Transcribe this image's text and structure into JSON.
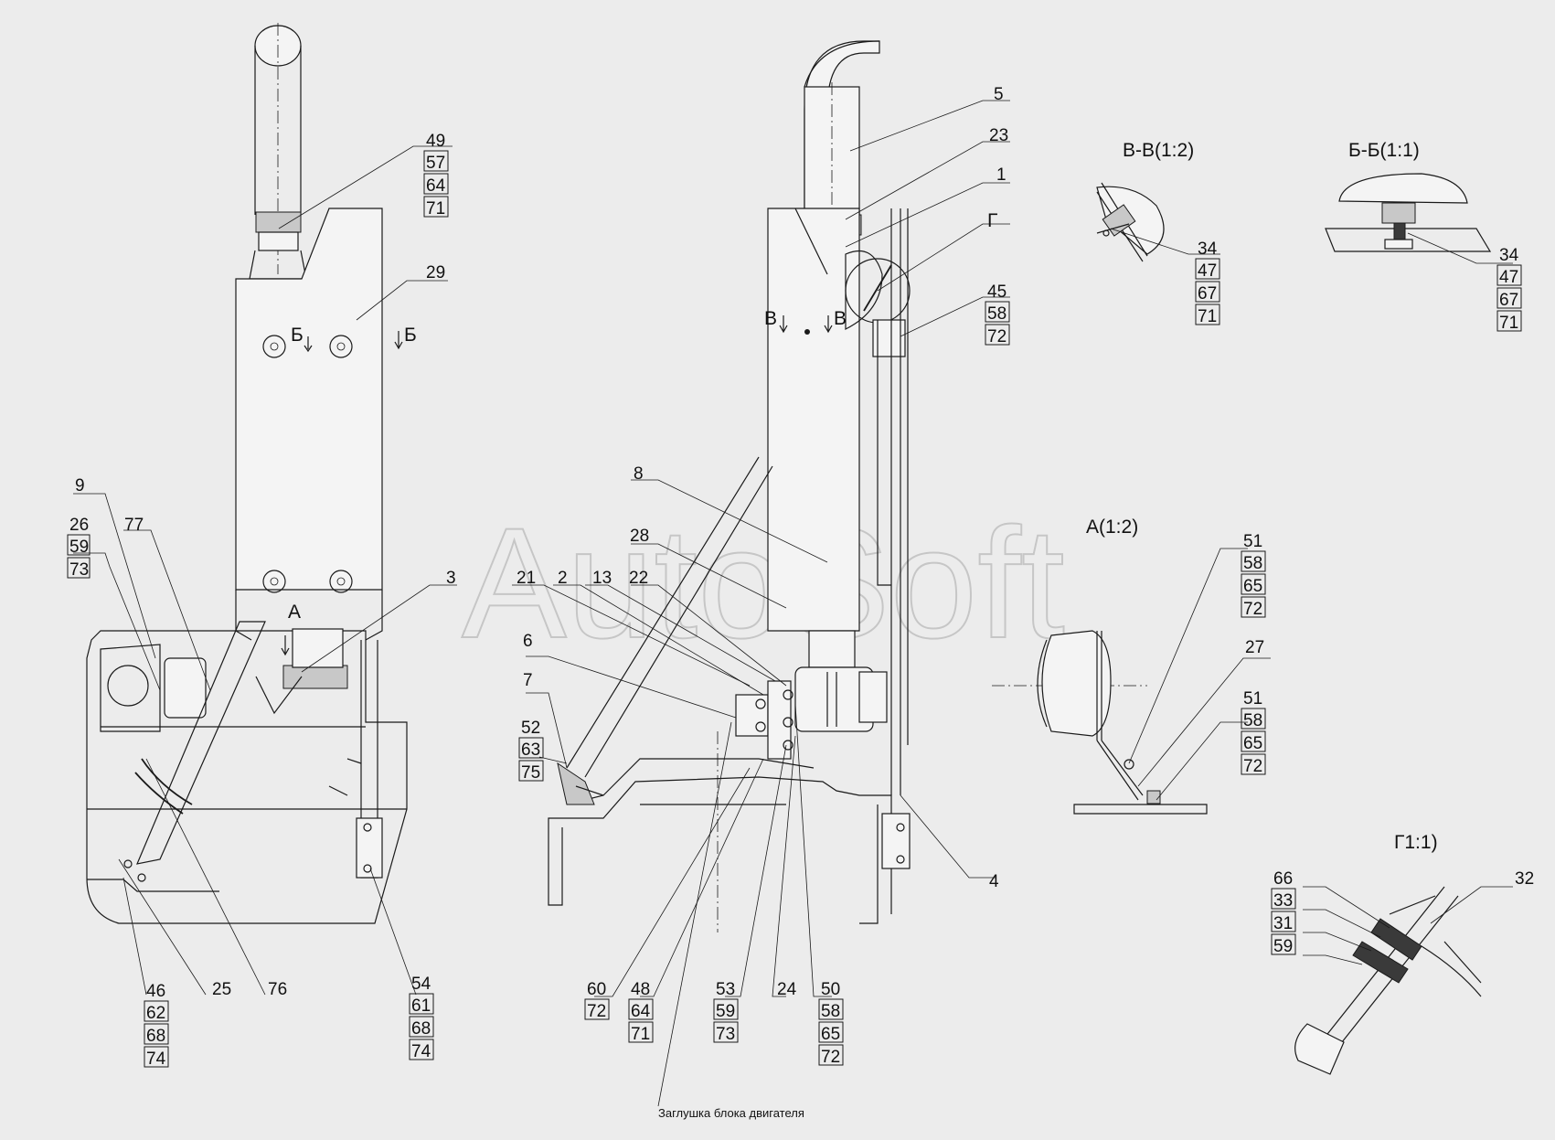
{
  "watermark": "AutoSoft",
  "view_titles": {
    "section_vv": "В-В(1:2)",
    "section_bb": "Б-Б(1:1)",
    "detail_a": "А(1:2)",
    "detail_g": "Г1:1)"
  },
  "section_marks": {
    "b_left": "Б",
    "b_right": "Б",
    "v_left": "В",
    "v_right": "В",
    "g": "Г",
    "a": "А"
  },
  "note_text": "Заглушка блока двигателя",
  "callouts": {
    "c49": "49",
    "c57": "57",
    "c64a": "64",
    "c71a": "71",
    "c29": "29",
    "c9": "9",
    "c26": "26",
    "c59a": "59",
    "c73a": "73",
    "c77": "77",
    "c3": "3",
    "c46": "46",
    "c62": "62",
    "c68a": "68",
    "c74a": "74",
    "c25": "25",
    "c76": "76",
    "c54": "54",
    "c61": "61",
    "c68b": "68",
    "c74b": "74",
    "c5": "5",
    "c23": "23",
    "c1": "1",
    "c45": "45",
    "c58a": "58",
    "c72a": "72",
    "c8": "8",
    "c28": "28",
    "c21": "21",
    "c2": "2",
    "c13": "13",
    "c22": "22",
    "c6": "6",
    "c7": "7",
    "c52": "52",
    "c63": "63",
    "c75": "75",
    "c4": "4",
    "c60": "60",
    "c72b": "72",
    "c48": "48",
    "c64b": "64",
    "c71b": "71",
    "c53": "53",
    "c59b": "59",
    "c73b": "73",
    "c24": "24",
    "c50": "50",
    "c58b": "58",
    "c65a": "65",
    "c72c": "72",
    "c34a": "34",
    "c47a": "47",
    "c67a": "67",
    "c71c": "71",
    "c34b": "34",
    "c47b": "47",
    "c67b": "67",
    "c71d": "71",
    "c51a": "51",
    "c58c": "58",
    "c65b": "65",
    "c72d": "72",
    "c27": "27",
    "c51b": "51",
    "c58d": "58",
    "c65c": "65",
    "c72e": "72",
    "c66": "66",
    "c33": "33",
    "c31": "31",
    "c59c": "59",
    "c32": "32"
  }
}
